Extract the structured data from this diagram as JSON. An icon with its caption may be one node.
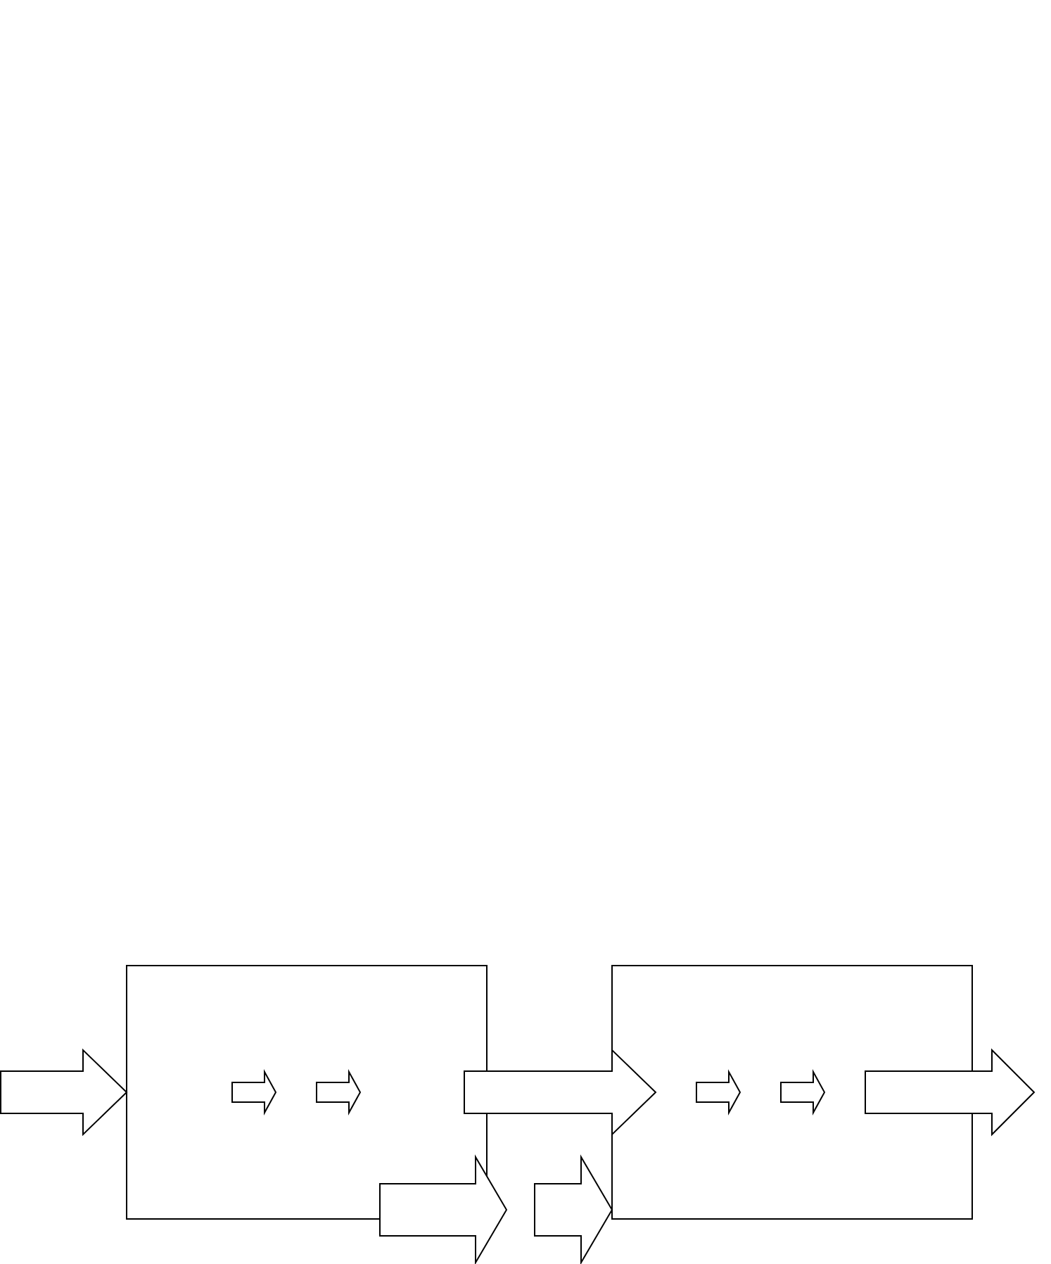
{
  "diagram": {
    "nodes": [
      {
        "text": [],
        "shape": "box"
      },
      {
        "text": [],
        "shape": "box"
      }
    ],
    "edges": [
      {
        "from": null,
        "to": 0,
        "arrow": "to"
      },
      {
        "from": 0,
        "to": 1,
        "arrow": "to"
      },
      {
        "from": 0,
        "to": null,
        "arrow": "to"
      },
      {
        "from": null,
        "to": 1,
        "arrow": "to"
      },
      {
        "from": 1,
        "to": null,
        "arrow": "to"
      }
    ]
  }
}
